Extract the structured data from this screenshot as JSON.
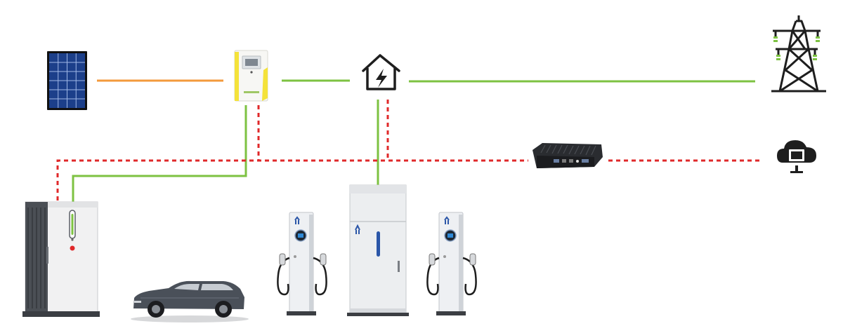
{
  "diagram": {
    "colors": {
      "power_line": "#7dc242",
      "solar_line": "#f39a3c",
      "data_line": "#e0282a",
      "icon_dark": "#1e1e1e",
      "cabinet_light": "#e9e9eb",
      "cabinet_dark": "#4b4f55",
      "accent_blue": "#2b56a8",
      "inverter_yellow": "#f4e23a",
      "car_body": "#4a5059"
    },
    "nodes": [
      {
        "id": "solar-panel",
        "icon": "solar-panel-icon"
      },
      {
        "id": "hybrid-inverter",
        "icon": "inverter-icon"
      },
      {
        "id": "home",
        "icon": "house-lightning-icon"
      },
      {
        "id": "utility-grid",
        "icon": "power-tower-icon"
      },
      {
        "id": "edge-gateway",
        "icon": "mini-pc-icon"
      },
      {
        "id": "cloud-platform",
        "icon": "cloud-monitor-icon"
      },
      {
        "id": "battery-storage",
        "icon": "battery-cabinet-icon"
      },
      {
        "id": "electric-vehicle",
        "icon": "car-icon"
      },
      {
        "id": "dc-charger-left",
        "icon": "ev-charger-icon"
      },
      {
        "id": "power-cabinet",
        "icon": "power-cabinet-icon"
      },
      {
        "id": "dc-charger-right",
        "icon": "ev-charger-icon"
      }
    ],
    "links": [
      {
        "from": "solar-panel",
        "to": "hybrid-inverter",
        "type": "solar-power"
      },
      {
        "from": "hybrid-inverter",
        "to": "home",
        "type": "power"
      },
      {
        "from": "home",
        "to": "utility-grid",
        "type": "power"
      },
      {
        "from": "hybrid-inverter",
        "to": "battery-storage",
        "type": "power"
      },
      {
        "from": "home",
        "to": "power-cabinet",
        "type": "power"
      },
      {
        "from": "hybrid-inverter",
        "to": "edge-gateway",
        "type": "communication"
      },
      {
        "from": "home",
        "to": "edge-gateway",
        "type": "communication"
      },
      {
        "from": "battery-storage",
        "to": "edge-gateway",
        "type": "communication"
      },
      {
        "from": "edge-gateway",
        "to": "cloud-platform",
        "type": "communication"
      }
    ]
  }
}
